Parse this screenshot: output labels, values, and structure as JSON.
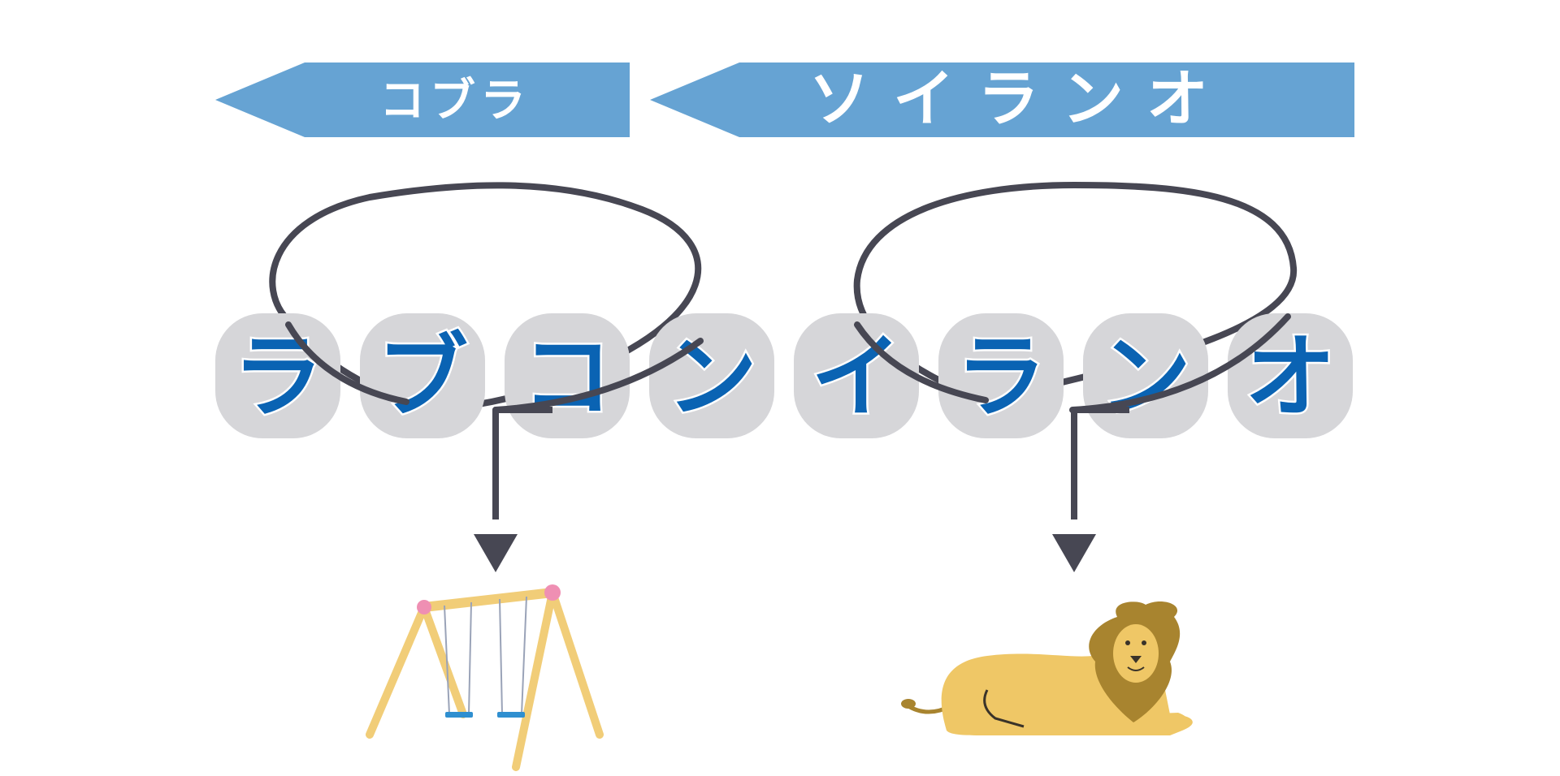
{
  "colors": {
    "banner": "#66a3d3",
    "banner_text": "#ffffff",
    "tile": "#d6d6d9",
    "kana": "#0a63b3",
    "line": "#474753",
    "lion_body": "#efc766",
    "lion_mane": "#a8842f",
    "swing_frame": "#f1cd78",
    "swing_joint": "#ef8fb3",
    "swing_seat": "#2f8fd0"
  },
  "banners": [
    {
      "label": "コブラ"
    },
    {
      "label": "ソイランオ"
    }
  ],
  "tiles": [
    {
      "char": "ラ"
    },
    {
      "char": "ブ"
    },
    {
      "char": "コ"
    },
    {
      "char": "ン"
    },
    {
      "char": "イ"
    },
    {
      "char": "ラ"
    },
    {
      "char": "ン"
    },
    {
      "char": "オ"
    }
  ],
  "illustrations": [
    {
      "icon": "swing-icon"
    },
    {
      "icon": "lion-icon"
    }
  ]
}
